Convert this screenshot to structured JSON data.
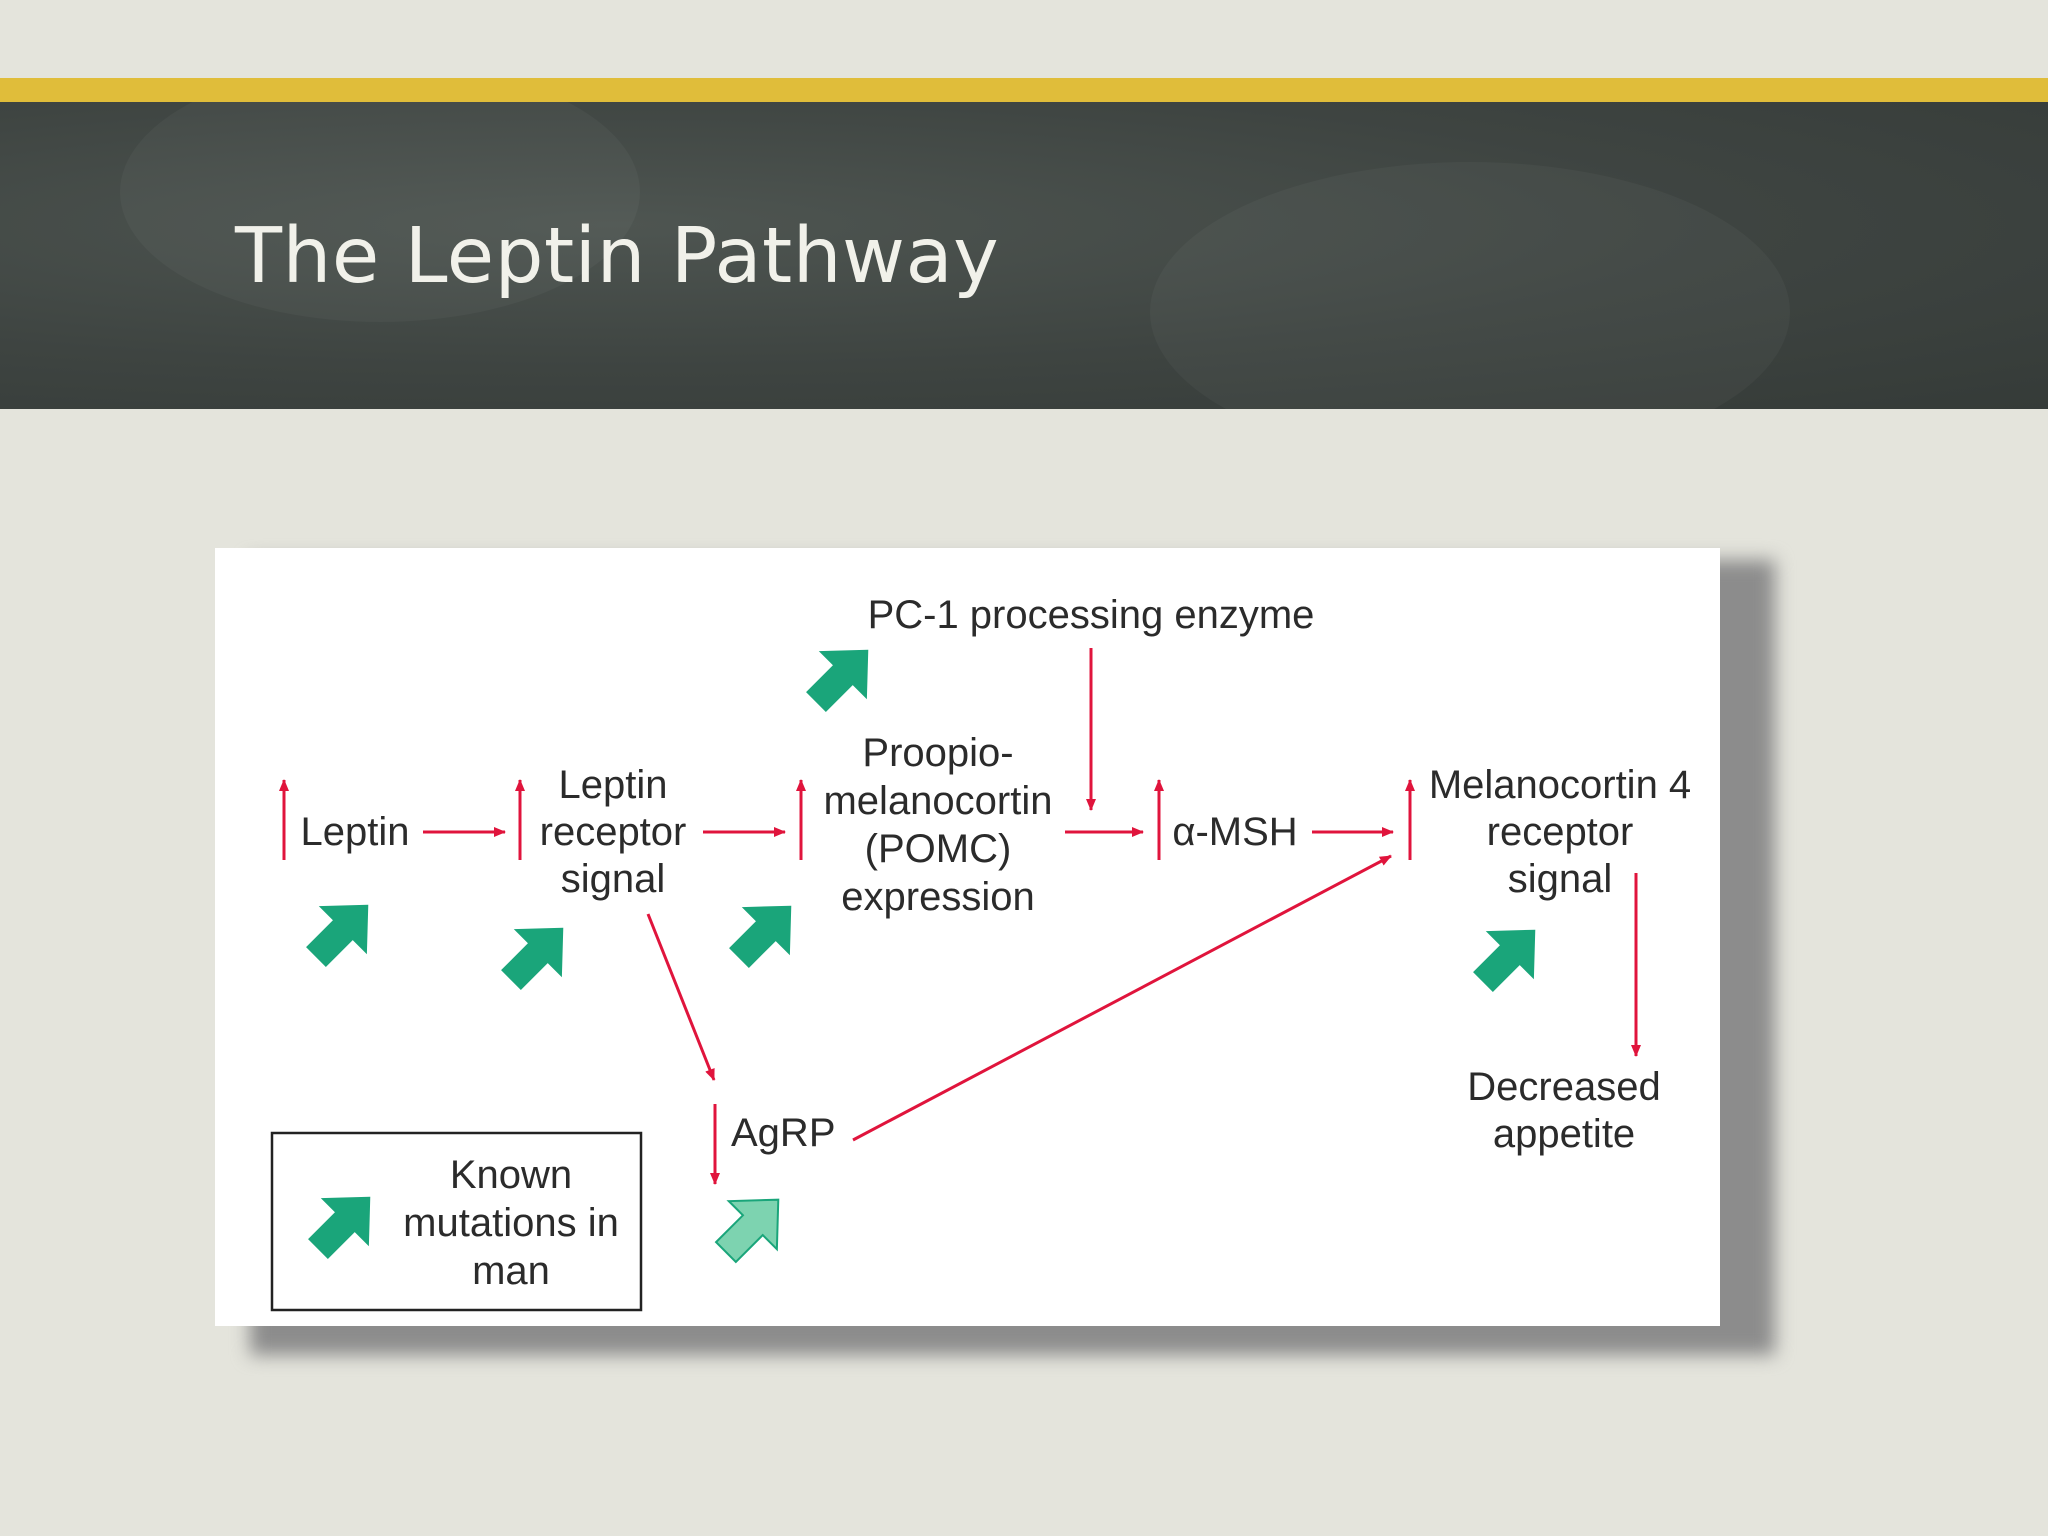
{
  "slide": {
    "title": "The Leptin Pathway"
  },
  "colors": {
    "accent_bar": "#e0bd3a",
    "header_bg": "#3e4441",
    "arrow_red": "#e0143c",
    "mutation_green": "#1aa57a",
    "mutation_green_light": "#7dd3b0"
  },
  "diagram": {
    "nodes": {
      "leptin": [
        "Leptin"
      ],
      "leptin_receptor": [
        "Leptin",
        "receptor",
        "signal"
      ],
      "pomc": [
        "Proopio-",
        "melanocortin",
        "(POMC)",
        "expression"
      ],
      "pc1": [
        "PC-1 processing enzyme"
      ],
      "amsh": [
        "α-MSH"
      ],
      "mc4r": [
        "Melanocortin 4",
        "receptor",
        "signal"
      ],
      "agrp": [
        "AgRP"
      ],
      "decreased_appetite": [
        "Decreased",
        "appetite"
      ]
    },
    "legend": {
      "lines": [
        "Known",
        "mutations in",
        "man"
      ]
    }
  }
}
